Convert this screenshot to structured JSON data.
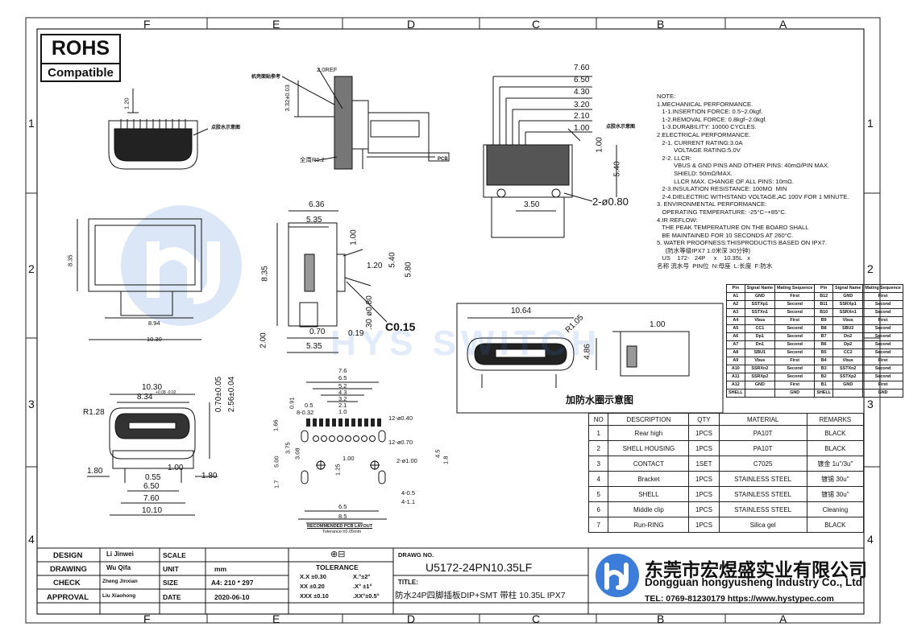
{
  "zones": {
    "columns": [
      "F",
      "E",
      "D",
      "C",
      "B",
      "A"
    ],
    "rows": [
      "1",
      "2",
      "3",
      "4"
    ]
  },
  "rohs": {
    "line1": "ROHS",
    "line2": "Compatible"
  },
  "top_left_view": {
    "dim_120": "1.20",
    "label_glue": "点胶水示意图"
  },
  "side_view_top": {
    "label_ref": "机壳面贴参考",
    "dim_2ref": "2.0REF",
    "dim_332": "3.32±0.03",
    "dim_r02": "全周R0.2",
    "label_pcb": "PCB"
  },
  "front_view_top": {
    "dims": [
      "7.60",
      "6.50",
      "4.30",
      "3.20",
      "2.10",
      "1.00"
    ],
    "label_glue": "点胶水示意图",
    "dim_100b": "1.00",
    "dim_540": "5.40",
    "dim_350": "3.50",
    "dim_holes": "2-ø0.80"
  },
  "notes": {
    "lines": [
      "NOTE:",
      "1.MECHANICAL PERFORMANCE.",
      "   1-1.INSERTION FORCE: 0.5~2.0kgf.",
      "   1-2.REMOVAL FORCE: 0.8kgf~2.0kgf.",
      "   1-3.DURABILITY: 10000 CYCLES.",
      "2.ELECTRICAL PERFORMANCE.",
      "   2-1. CURRENT RATING:3.0A",
      "          VOLTAGE RATING:5.0V",
      "   2-2. LLCR:",
      "          VBUS & GND PINS AND OTHER PINS: 40mΩ/PIN MAX.",
      "          SHIELD: 50mΩ/MAX.",
      "          LLCR MAX. CHANGE OF ALL PINS: 10mΩ.",
      "   2-3.INSULATION RESISTANCE: 100MΩ  MIN",
      "   2-4.DIELECTRIC WITHSTAND VOLTAGE,AC 100V FOR 1 MINUTE.",
      "3. ENVIRONMENTAL PERFORMANCE:",
      "   OPERATING TEMPERATURE: -25°C~+85°C.",
      "4.IR REFLOW:",
      "   THE PEAK TEMPERATURE ON THE BOARD SHALL",
      "   BE MAINTAINED FOR 10 SECONDS AT 260°C.",
      "5. WATER PROOFNESS:THISPRODUCTIS BASED ON IPX7.",
      "     (防水等级IPX7 1.0米深 30分钟)",
      "   US    172-   24P     x    10.35L   x",
      "名称 流水号  PIN位  N:母座  L:长度  F:防水"
    ]
  },
  "mid_left_view": {
    "dim_835": "8.35",
    "dim_894": "8.94",
    "dim_1030": "10.30"
  },
  "side_view_mid": {
    "dim_636": "6.36",
    "dim_535": "5.35",
    "dim_100": "1.00",
    "dim_120": "1.20",
    "dim_540": "5.40",
    "dim_580": "5.80",
    "dim_835": "8.35",
    "dim_080": "ø0.80",
    "dim_030": ".30",
    "dim_c015": "C0.15",
    "dim_200": "2.00",
    "dim_070": "0.70",
    "dim_019": "0.19",
    "dim_535b": "5.35"
  },
  "waterproof_view": {
    "dim_1064": "10.64",
    "dim_r105": "R1.05",
    "dim_486": "4.86",
    "dim_100": "1.00",
    "caption": "加防水圈示意图"
  },
  "pin_table": {
    "headers": [
      "Pin",
      "Signal Name",
      "Mating Sequence",
      "Pin",
      "Signal Name",
      "Mating Sequence"
    ],
    "rows": [
      [
        "A1",
        "GND",
        "First",
        "B12",
        "GND",
        "First"
      ],
      [
        "A2",
        "SSTXp1",
        "Second",
        "B11",
        "SSRXp1",
        "Second"
      ],
      [
        "A3",
        "SSTXn1",
        "Second",
        "B10",
        "SSRXn1",
        "Second"
      ],
      [
        "A4",
        "Vbus",
        "First",
        "B9",
        "Vbus",
        "First"
      ],
      [
        "A5",
        "CC1",
        "Second",
        "B8",
        "SBU2",
        "Second"
      ],
      [
        "A6",
        "Dp1",
        "Second",
        "B7",
        "Dn2",
        "Second"
      ],
      [
        "A7",
        "Dn1",
        "Second",
        "B6",
        "Dp2",
        "Second"
      ],
      [
        "A8",
        "SBU1",
        "Second",
        "B5",
        "CC2",
        "Second"
      ],
      [
        "A9",
        "Vbus",
        "First",
        "B4",
        "Vbus",
        "First"
      ],
      [
        "A10",
        "SSRXn2",
        "Second",
        "B3",
        "SSTXn2",
        "Second"
      ],
      [
        "A11",
        "SSRXp2",
        "Second",
        "B2",
        "SSTXp2",
        "Second"
      ],
      [
        "A12",
        "GND",
        "First",
        "B1",
        "GND",
        "First"
      ],
      [
        "SHELL",
        "",
        "GND",
        "SHELL",
        "",
        "GND"
      ]
    ]
  },
  "bom": {
    "headers": [
      "NO",
      "DESCRIPTION",
      "QTY",
      "MATERIAL",
      "REMARKS"
    ],
    "rows": [
      [
        "1",
        "Rear high",
        "1PCS",
        "PA10T",
        "BLACK"
      ],
      [
        "2",
        "SHELL HOUSING",
        "1PCS",
        "PA10T",
        "BLACK"
      ],
      [
        "3",
        "CONTACT",
        "1SET",
        "C7025",
        "镀金 1u\"/3u\""
      ],
      [
        "4",
        "Bracket",
        "1PCS",
        "STAINLESS STEEL",
        "镀锡 30u\""
      ],
      [
        "5",
        "SHELL",
        "1PCS",
        "STAINLESS STEEL",
        "镀锡 30u\""
      ],
      [
        "6",
        "Middle clip",
        "1PCS",
        "STAINLESS STEEL",
        "Cleaning"
      ],
      [
        "7",
        "Run-RING",
        "1PCS",
        "Silica gel",
        "BLACK"
      ]
    ]
  },
  "front_view_bottom": {
    "dim_1030": "10.30",
    "dim_834": "8.34",
    "dim_834_tol": "+0.08 -0.02",
    "dim_r128": "R1.28",
    "dim_070": "0.70±0.05",
    "dim_256": "2.56±0.04",
    "dim_180a": "1.80",
    "dim_055": "0.55",
    "dim_100": "1.00",
    "dim_180b": "1.80",
    "dim_650": "6.50",
    "dim_760": "7.60",
    "dim_1010": "10.10"
  },
  "pcb_layout": {
    "top_dims": [
      "7.6",
      "6.5",
      "5.2",
      "4.3",
      "3.2",
      "2.1",
      "1.0"
    ],
    "dim_091": "0.91",
    "dim_05": "0.5",
    "dim_032": "8-0.32",
    "dim_166": "1.66",
    "dim_375": "3.75",
    "dim_308": "3.08",
    "dim_500": "5.00",
    "dim_17": "1.7",
    "dim_125": "1.25",
    "dim_100": "1.00",
    "dim_040": "12-ø0.40",
    "dim_070": "12-ø0.70",
    "dim_100b": "2-ø1.00",
    "dim_45": "4.5",
    "dim_18": "1.8",
    "dim_405": "4-0.5",
    "dim_411": "4-1.1",
    "dim_65": "6.5",
    "dim_85": "8.5",
    "caption": "RECOMMENDED PCB LAYOUT",
    "tolerance": "Tolerance:±0.05mm"
  },
  "title_block": {
    "design_label": "DESIGN",
    "design_name": "Li Jinwei",
    "scale_label": "SCALE",
    "drawing_label": "DRAWING",
    "drawing_name": "Wu Qifa",
    "unit_label": "UNIT",
    "unit_value": "mm",
    "check_label": "CHECK",
    "check_name": "Zheng Jinxian",
    "size_label": "SIZE",
    "size_value": "A4: 210 * 297",
    "approval_label": "APPROVAL",
    "approval_name": "Liu Xiaohong",
    "date_label": "DATE",
    "date_value": "2020-06-10",
    "projection": "⊕⊟",
    "tolerance_label": "TOLERANCE",
    "tol_rows": [
      [
        "X.X  ±0.30",
        "X.°±2°"
      ],
      [
        "XX  ±0.20",
        ".X° ±1°"
      ],
      [
        "XXX ±0.10",
        ".XX°±0.5°"
      ]
    ],
    "drawing_no_label": "DRAWG NO.",
    "drawing_no": "U5172-24PN10.35LF",
    "title_label": "TITLE:",
    "title_value": "防水24P四脚插板DIP+SMT 带柱 10.35L IPX7"
  },
  "company": {
    "name_cn": "东莞市宏煜盛实业有限公司",
    "name_en": "Dongguan hongyusheng Industry Co., Ltd",
    "contact": "TEL: 0769-81230179  https://www.hystypec.com"
  },
  "watermark": {
    "text": "HYS SWITCH",
    "color": "#3b7dd8"
  }
}
